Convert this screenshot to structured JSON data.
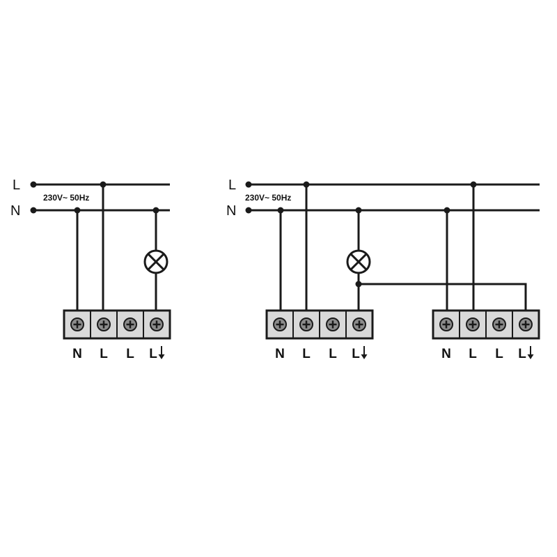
{
  "colors": {
    "wire": "#1a1a1a",
    "terminal_fill": "#d9d9d9",
    "screw_fill": "#8c8c8c",
    "background": "#ffffff"
  },
  "icons": {
    "lamp": "lamp-icon",
    "screw": "screw-terminal-icon",
    "arrow": "down-arrow-icon"
  },
  "left_circuit": {
    "line_label": "L",
    "neutral_label": "N",
    "voltage": "230V~ 50Hz",
    "terminals": [
      "N",
      "L",
      "L",
      "L"
    ]
  },
  "right_circuit": {
    "line_label": "L",
    "neutral_label": "N",
    "voltage": "230V~ 50Hz",
    "terminals_a": [
      "N",
      "L",
      "L",
      "L"
    ],
    "terminals_b": [
      "N",
      "L",
      "L",
      "L"
    ]
  }
}
